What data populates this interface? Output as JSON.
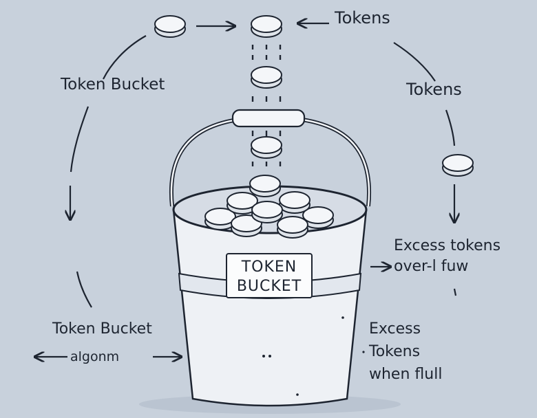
{
  "labels": {
    "tokens_top": "Tokens",
    "tokens_right": "Tokens",
    "bucket_left": "Token Bucket",
    "algo_title": "Token Bucket",
    "algo_sub": "algonm",
    "excess_overflow_line1": "Excess tokens",
    "excess_overflow_line2": "over-l fuw",
    "excess_full_line1": "Excess",
    "excess_full_line2": "Tokens",
    "excess_full_line3": "when flull"
  },
  "bucket_label": {
    "line1": "TOKEN",
    "line2": "BUCKET"
  },
  "colors": {
    "background": "#c8d1dc",
    "ink": "#1d2430",
    "bucket_fill": "#eef1f5",
    "token_fill": "#f4f6f9"
  }
}
